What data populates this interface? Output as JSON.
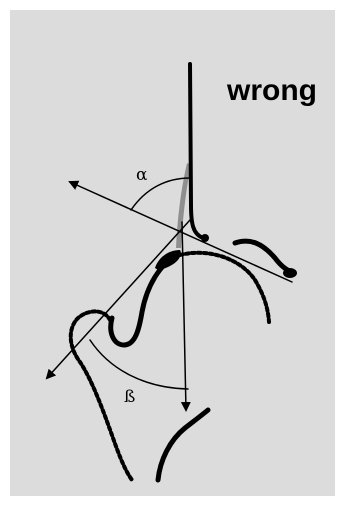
{
  "title": "wrong",
  "angles": {
    "alpha": "α",
    "beta": "ß"
  }
}
